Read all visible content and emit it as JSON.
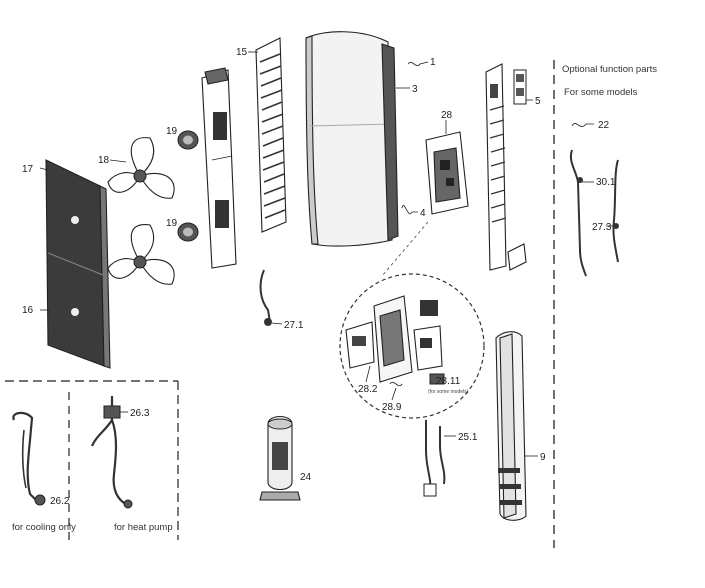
{
  "optional": {
    "title": "Optional function parts",
    "subtitle": "For some models"
  },
  "labels": {
    "p1": "1",
    "p3": "3",
    "p4": "4",
    "p5": "5",
    "p9": "9",
    "p15": "15",
    "p16": "16",
    "p17": "17",
    "p18": "18",
    "p19a": "19",
    "p19b": "19",
    "p22": "22",
    "p24": "24",
    "p25_1": "25.1",
    "p26_2": "26.2",
    "p26_3": "26.3",
    "p27_1": "27.1",
    "p27_3": "27.3",
    "p28": "28",
    "p28_2": "28.2",
    "p28_9": "28.9",
    "p28_11": "28.11",
    "p30_1": "30.1"
  },
  "captions": {
    "cooling_only": "for cooling only",
    "heat_pump": "for heat pump",
    "some_models": "(for some models)"
  }
}
